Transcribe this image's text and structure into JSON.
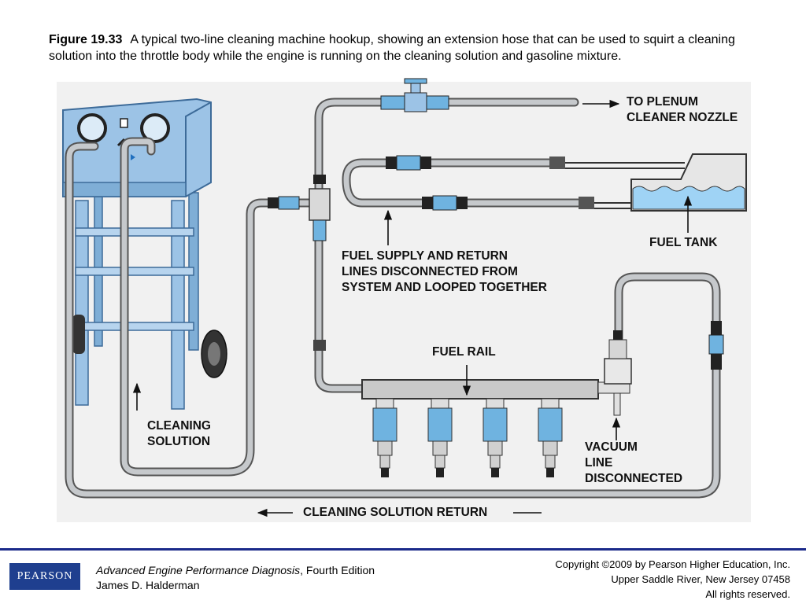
{
  "caption": {
    "figure_number": "Figure 19.33",
    "text": "A typical two-line cleaning machine hookup, showing an extension hose that can be used to squirt a cleaning solution into the throttle body while the engine is running on the cleaning solution and gasoline mixture."
  },
  "labels": {
    "to_plenum_1": "TO PLENUM",
    "to_plenum_2": "CLEANER NOZZLE",
    "fuel_tank": "FUEL TANK",
    "fuel_lines_1": "FUEL SUPPLY AND RETURN",
    "fuel_lines_2": "LINES DISCONNECTED FROM",
    "fuel_lines_3": "SYSTEM AND LOOPED TOGETHER",
    "fuel_rail": "FUEL RAIL",
    "cleaning_solution_1": "CLEANING",
    "cleaning_solution_2": "SOLUTION",
    "vacuum_1": "VACUUM",
    "vacuum_2": "LINE",
    "vacuum_3": "DISCONNECTED",
    "return": "CLEANING SOLUTION RETURN"
  },
  "footer": {
    "publisher_logo": "PEARSON",
    "book_title": "Advanced Engine Performance Diagnosis",
    "edition": ", Fourth Edition",
    "author": "James D. Halderman",
    "copyright_1": "Copyright ©2009 by Pearson Higher Education, Inc.",
    "copyright_2": "Upper Saddle River, New Jersey 07458",
    "copyright_3": "All rights reserved."
  },
  "colors": {
    "machine_blue": "#9cc3e6",
    "machine_dark": "#5f8fbf",
    "hose_gray": "#c6c9cc",
    "fitting_blue": "#6fb3e0",
    "footer_blue": "#1f3f8f"
  }
}
